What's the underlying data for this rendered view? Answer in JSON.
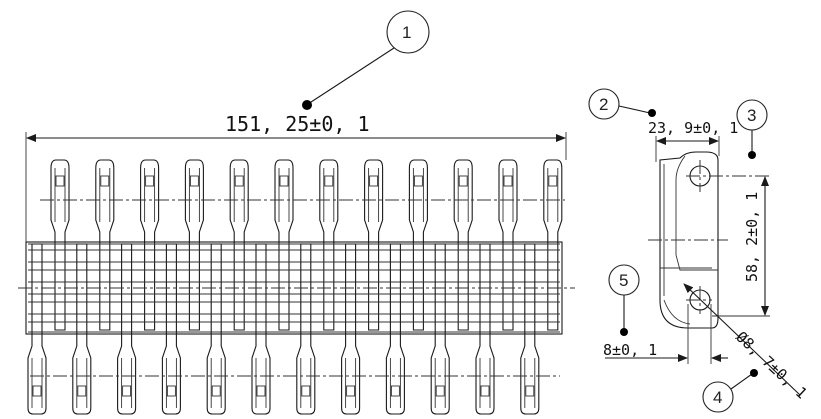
{
  "balloons": [
    {
      "id": "balloon-1",
      "number": "1"
    },
    {
      "id": "balloon-2",
      "number": "2"
    },
    {
      "id": "balloon-3",
      "number": "3"
    },
    {
      "id": "balloon-4",
      "number": "4"
    },
    {
      "id": "balloon-5",
      "number": "5"
    }
  ],
  "dimensions": {
    "overall_width": "151, 25±0, 1",
    "side_width": "23, 9±0, 1",
    "hole_spacing": "58, 2±0, 1",
    "offset": "8±0, 1",
    "hole_diameter": "Ø8, 7±0, 1"
  },
  "colors": {
    "line": "#1a1a1a",
    "leader_dot": "#000000"
  }
}
